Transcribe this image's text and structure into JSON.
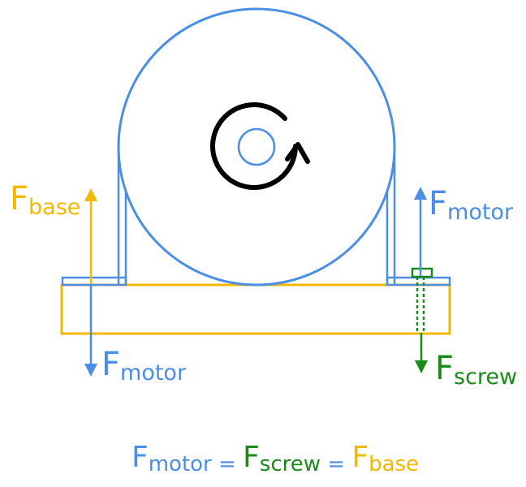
{
  "colors": {
    "motor": "#4a8ee6",
    "screw": "#1a8a1a",
    "base": "#f5b800",
    "rotation": "#000000"
  },
  "icons": {
    "rotation": "rotation-arrow-icon"
  },
  "labels": {
    "base_left": {
      "main": "F",
      "sub": "base"
    },
    "motor_right": {
      "main": "F",
      "sub": "motor"
    },
    "motor_left": {
      "main": "F",
      "sub": "motor"
    },
    "screw": {
      "main": "F",
      "sub": "screw"
    }
  },
  "equation": {
    "t1_main": "F",
    "t1_sub": "motor",
    "eq1": " = ",
    "t2_main": "F",
    "t2_sub": "screw",
    "eq2": " = ",
    "t3_main": "F",
    "t3_sub": "base"
  }
}
